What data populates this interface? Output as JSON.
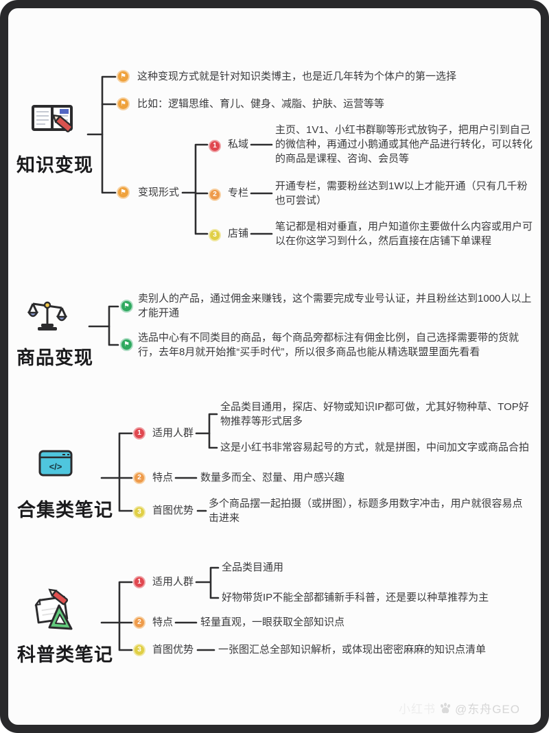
{
  "watermark": {
    "prefix": "小红书",
    "handle": "@东舟GEO"
  },
  "colors": {
    "frame": "#29292b",
    "line": "#2d2d2f",
    "text": "#3a3a3c",
    "flag_orange": "#efa23d",
    "flag_green": "#2fa95f",
    "badge_red": "#e0474f",
    "badge_orange": "#ee9b4b",
    "badge_yellow": "#e0cf46",
    "icon_cyan": "#4fc6de",
    "icon_red": "#d9534f",
    "icon_green": "#62c97c",
    "icon_blue": "#8e9fd6"
  },
  "glyphs": {
    "flag": "⚑"
  },
  "sections": [
    {
      "title": "知识变现",
      "icon": "book-pencil-icon",
      "branches": [
        {
          "text": "这种变现方式就是针对知识类博主，也是近几年转为个体户的第一选择"
        },
        {
          "text": "比如：逻辑思维、育儿、健身、减脂、护肤、运营等等"
        },
        {
          "label": "变现形式",
          "children": [
            {
              "num": "1",
              "label": "私域",
              "text": "主页、1V1、小红书群聊等形式放钩子，把用户引到自己的微信种，再通过小鹅通或其他产品进行转化，可以转化的商品是课程、咨询、会员等"
            },
            {
              "num": "2",
              "label": "专栏",
              "text": "开通专栏，需要粉丝达到1W以上才能开通（只有几千粉也可尝试）"
            },
            {
              "num": "3",
              "label": "店铺",
              "text": "笔记都是相对垂直，用户知道你主要做什么内容或用户可以在你这学习到什么，然后直接在店铺下单课程"
            }
          ]
        }
      ]
    },
    {
      "title": "商品变现",
      "icon": "balance-scale-icon",
      "branches": [
        {
          "text": "卖别人的产品，通过佣金来赚钱，这个需要完成专业号认证，并且粉丝达到1000人以上才能开通"
        },
        {
          "text": "选品中心有不同类目的商品，每个商品旁都标注有佣金比例，自己选择需要带的货就行，去年8月就开始推“买手时代”，所以很多商品也能从精选联盟里面先看看"
        }
      ]
    },
    {
      "title": "合集类笔记",
      "icon": "code-window-icon",
      "branches": [
        {
          "num": "1",
          "label": "适用人群",
          "children": [
            {
              "text": "全品类目通用，探店、好物或知识IP都可做，尤其好物种草、TOP好物推荐等形式居多"
            },
            {
              "text": "这是小红书非常容易起号的方式，就是拼图，中间加文字或商品合拍"
            }
          ]
        },
        {
          "num": "2",
          "label": "特点",
          "text": "数量多而全、怼量、用户感兴趣"
        },
        {
          "num": "3",
          "label": "首图优势",
          "text": "多个商品摆一起拍摄（或拼图），标题多用数字冲击，用户就很容易点击进来"
        }
      ]
    },
    {
      "title": "科普类笔记",
      "icon": "paper-pencil-ruler-icon",
      "branches": [
        {
          "num": "1",
          "label": "适用人群",
          "children": [
            {
              "text": "全品类目通用"
            },
            {
              "text": "好物带货IP不能全部都铺新手科普，还是要以种草推荐为主"
            }
          ]
        },
        {
          "num": "2",
          "label": "特点",
          "text": "轻量直观，一眼获取全部知识点"
        },
        {
          "num": "3",
          "label": "首图优势",
          "text": "一张图汇总全部知识解析，或体现出密密麻麻的知识点清单"
        }
      ]
    }
  ]
}
